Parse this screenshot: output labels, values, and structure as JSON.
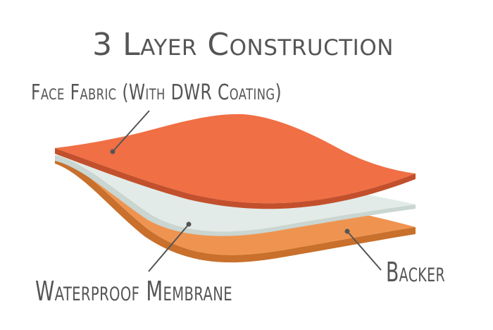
{
  "title": "3 Layer Construction",
  "labels": {
    "face_fabric": "Face Fabric (With DWR Coating)",
    "membrane": "Waterproof Membrane",
    "backer": "Backer"
  },
  "colors": {
    "face_fabric_top": "#f06f45",
    "face_fabric_edge": "#c2502c",
    "membrane_top": "#e2ebe8",
    "membrane_edge": "#c9d6d2",
    "backer_top": "#ef9450",
    "backer_edge": "#c8702c",
    "text": "#555555"
  }
}
